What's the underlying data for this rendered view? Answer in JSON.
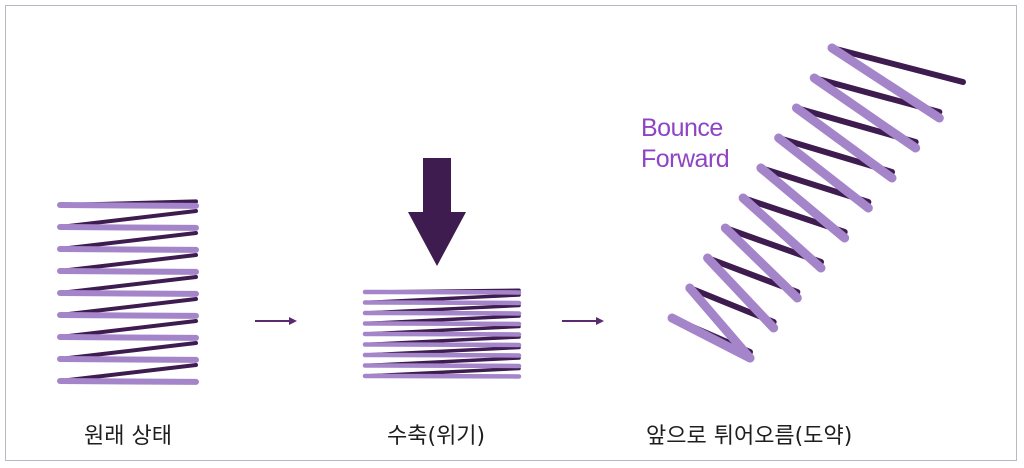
{
  "labels": {
    "original": "원래 상태",
    "compressed": "수축(위기)",
    "bounce": "앞으로 튀어오름(도약)"
  },
  "annotation": {
    "line1": "Bounce",
    "line2": "Forward"
  },
  "colors": {
    "spring_light": "#a585c9",
    "spring_dark": "#3e1c50",
    "arrow": "#3e1c50",
    "small_arrow": "#5a2a70",
    "annotation": "#8e44c4",
    "text": "#1e1e1e",
    "frame": "#b9b9c4"
  },
  "icons": {
    "compress_arrow": "down-arrow-icon",
    "step_arrows": "right-arrow-icon"
  }
}
